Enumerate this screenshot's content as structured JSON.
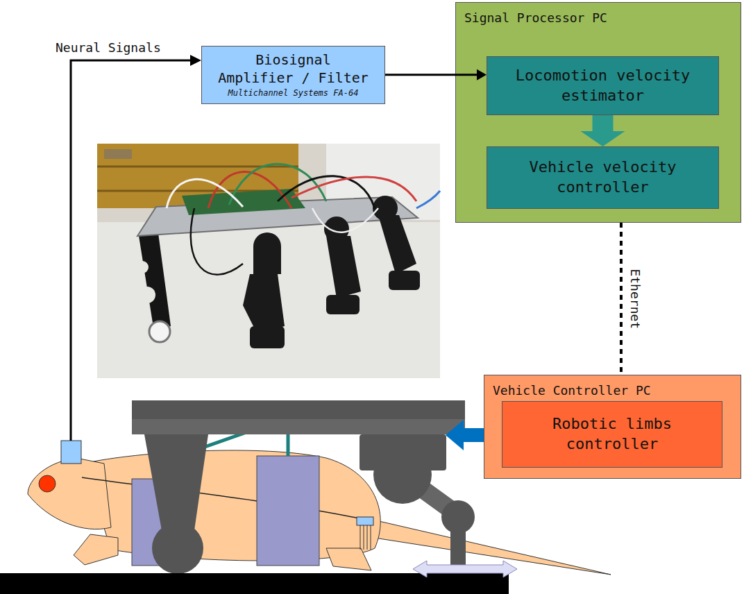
{
  "diagram": {
    "nodes": [
      {
        "text": [
          "Biosignal Amplifier / Filter",
          "Multichannel Systems FA-64"
        ]
      },
      {
        "text": [
          "Signal Processor PC"
        ]
      },
      {
        "text": [
          "Locomotion velocity estimator"
        ],
        "in": 1
      },
      {
        "text": [
          "Vehicle velocity controller"
        ],
        "in": 1
      },
      {
        "text": [
          "Vehicle Controller PC"
        ]
      },
      {
        "text": [
          "Robotic limbs controller"
        ],
        "in": 4
      }
    ],
    "edges": [
      {
        "from": 0,
        "to": 2,
        "arrow": "to"
      },
      {
        "from": 2,
        "to": 3,
        "arrow": "to"
      },
      {
        "from": 1,
        "to": 4,
        "arrow": "none",
        "label": "Ethernet"
      }
    ],
    "labels": [
      "Neural Signals"
    ]
  }
}
